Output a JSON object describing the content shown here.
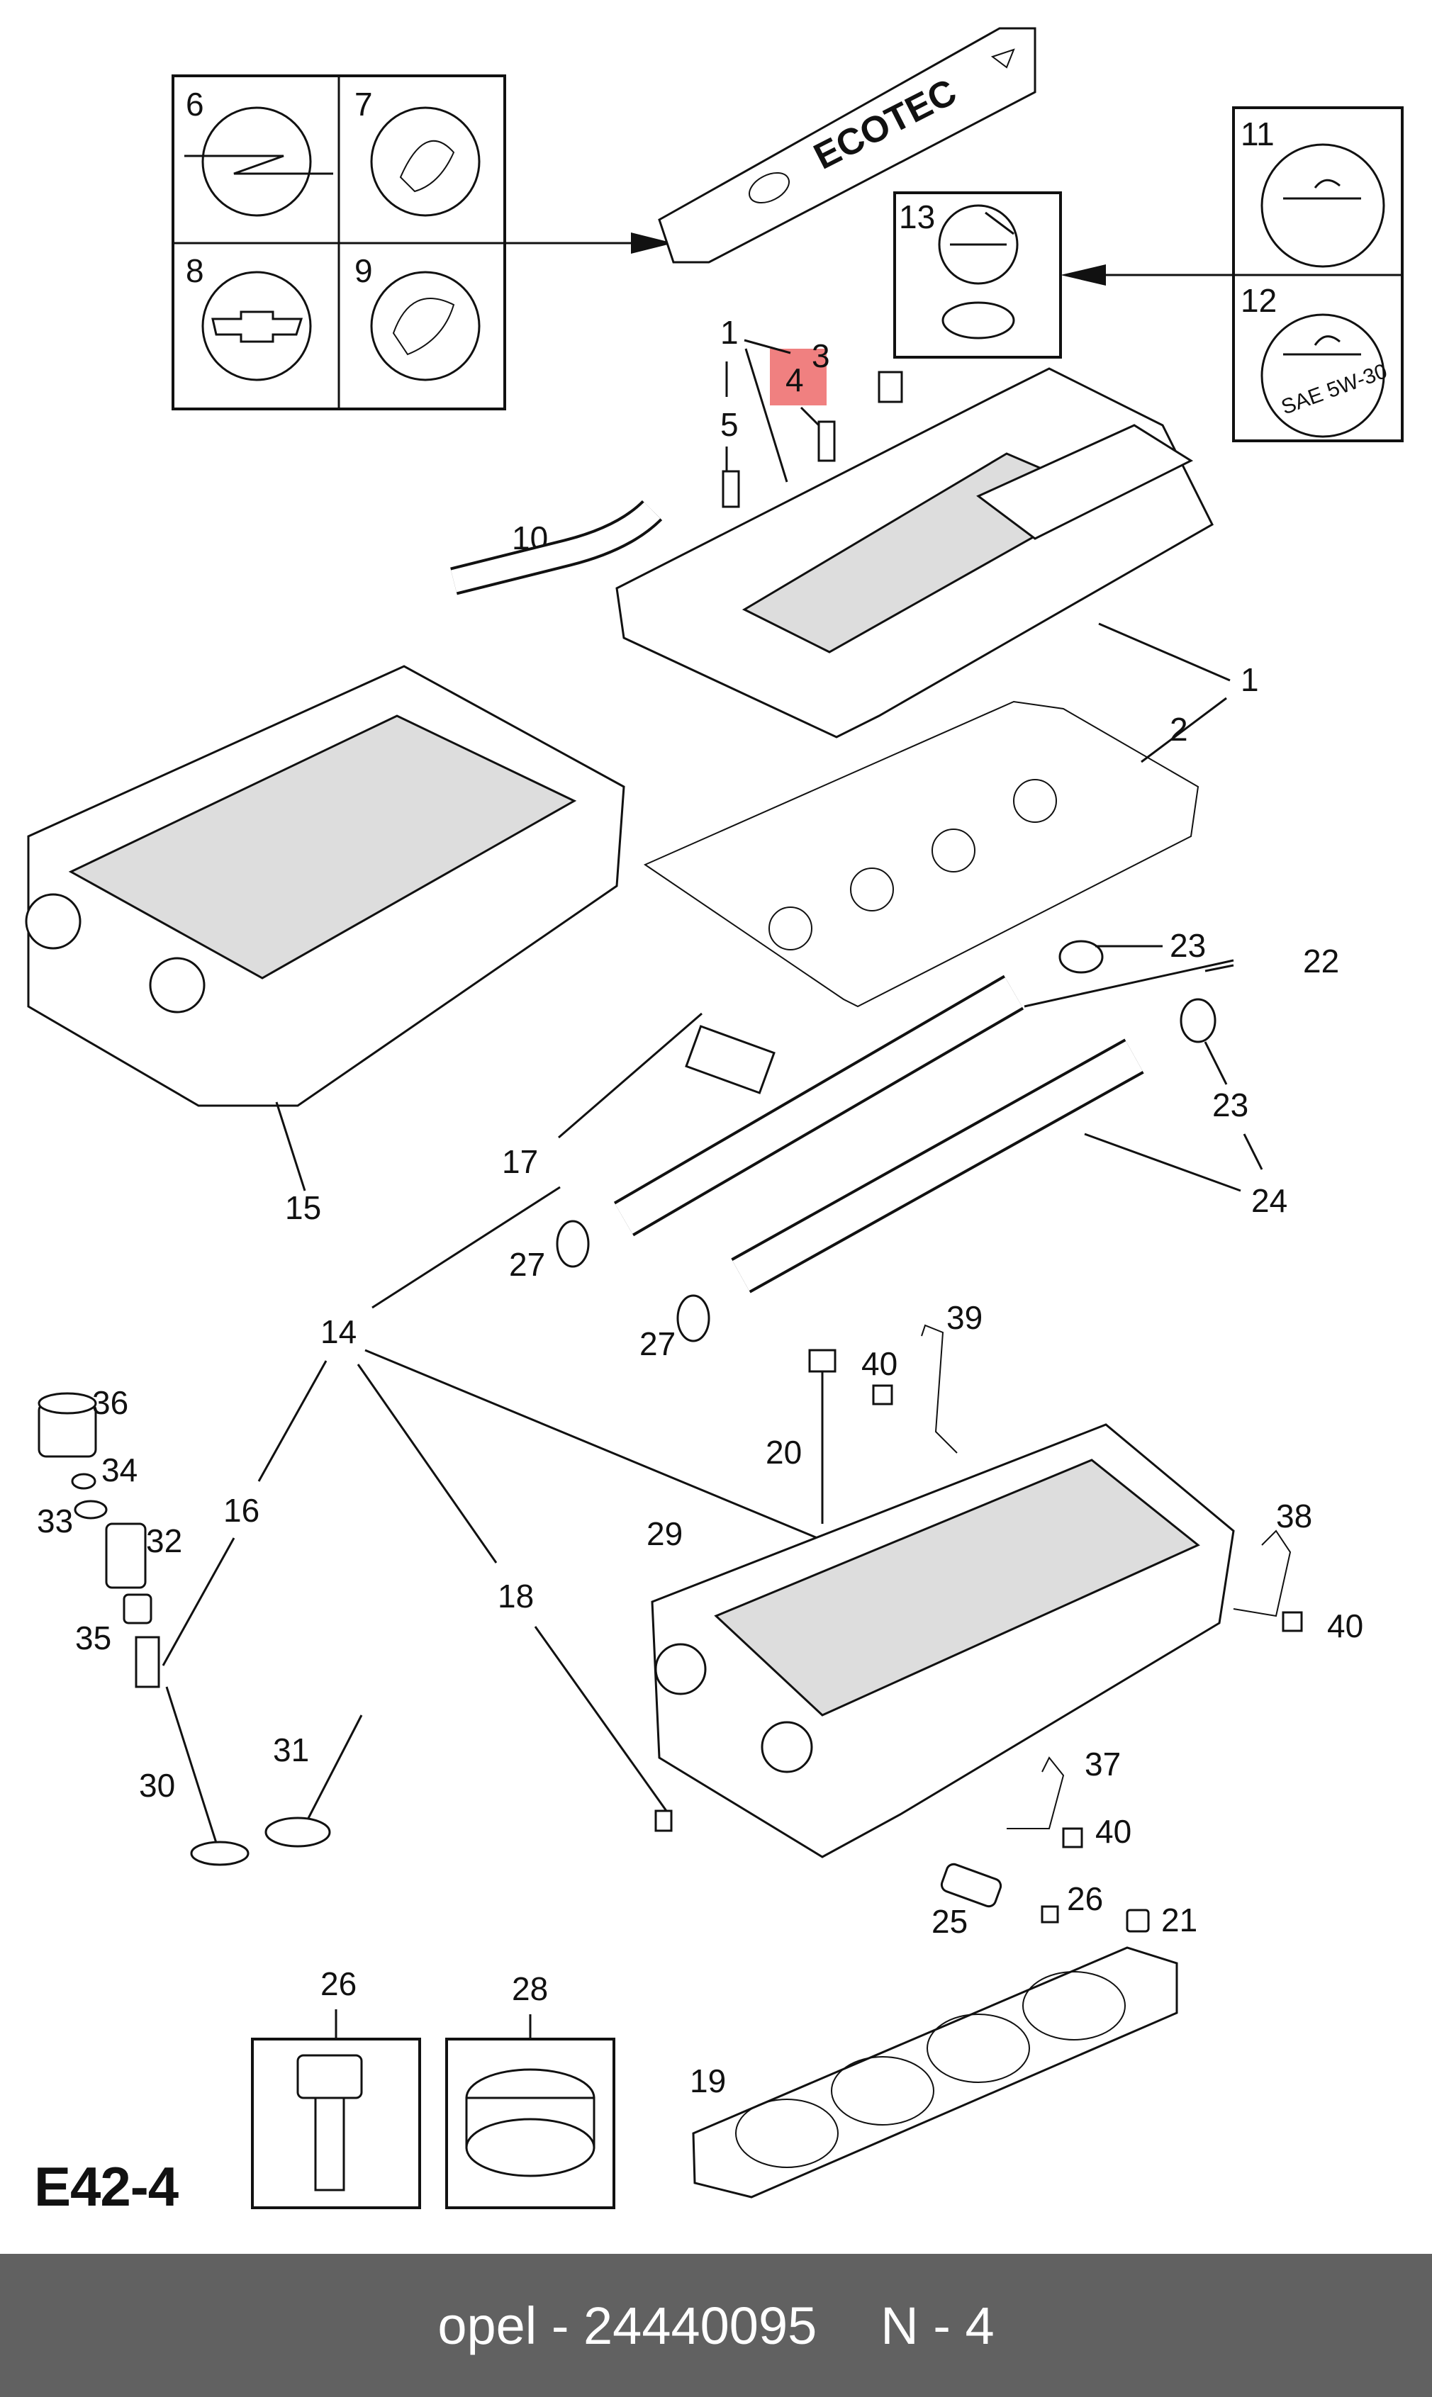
{
  "diagram": {
    "page_code": "E42-4",
    "highlight_color": "#f08080",
    "callouts": {
      "n1": "1",
      "n1b": "1",
      "n2": "2",
      "n3": "3",
      "n4": "4",
      "n5": "5",
      "n6": "6",
      "n7": "7",
      "n8": "8",
      "n9": "9",
      "n10": "10",
      "n11": "11",
      "n12": "12",
      "n13": "13",
      "n14": "14",
      "n15": "15",
      "n16": "16",
      "n17": "17",
      "n18": "18",
      "n19": "19",
      "n20": "20",
      "n21": "21",
      "n22": "22",
      "n23a": "23",
      "n23b": "23",
      "n24": "24",
      "n25": "25",
      "n26a": "26",
      "n26b": "26",
      "n27a": "27",
      "n27b": "27",
      "n28": "28",
      "n29": "29",
      "n30": "30",
      "n31": "31",
      "n32": "32",
      "n33": "33",
      "n34": "34",
      "n35": "35",
      "n36": "36",
      "n37": "37",
      "n38": "38",
      "n39": "39",
      "n40a": "40",
      "n40b": "40",
      "n40c": "40"
    },
    "cover_text": "ECOTEC",
    "oil_cap_text": "SAE 5W-30"
  },
  "footer": {
    "brand": "opel",
    "separator": "-",
    "part_number": "24440095",
    "position": "N - 4"
  }
}
